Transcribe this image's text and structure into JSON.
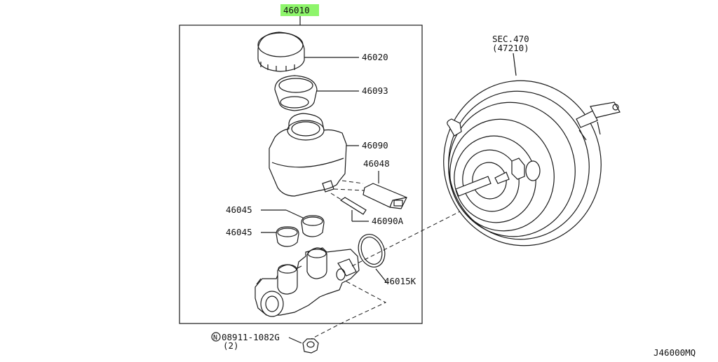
{
  "diagram": {
    "main_part": "46010",
    "highlight_color": "#8ef56b",
    "callouts": {
      "cap": "46020",
      "strainer": "46093",
      "reservoir": "46090",
      "sensor": "46048",
      "pin": "46090A",
      "grommet_upper": "46045",
      "grommet_lower": "46045",
      "o_ring": "46015K",
      "nut_code": "08911-1082G",
      "nut_qty": "(2)",
      "nut_symbol": "N"
    },
    "booster": {
      "sec_label": "SEC.470",
      "sec_ref": "(47210)"
    },
    "drawing_id": "J46000MQ"
  }
}
